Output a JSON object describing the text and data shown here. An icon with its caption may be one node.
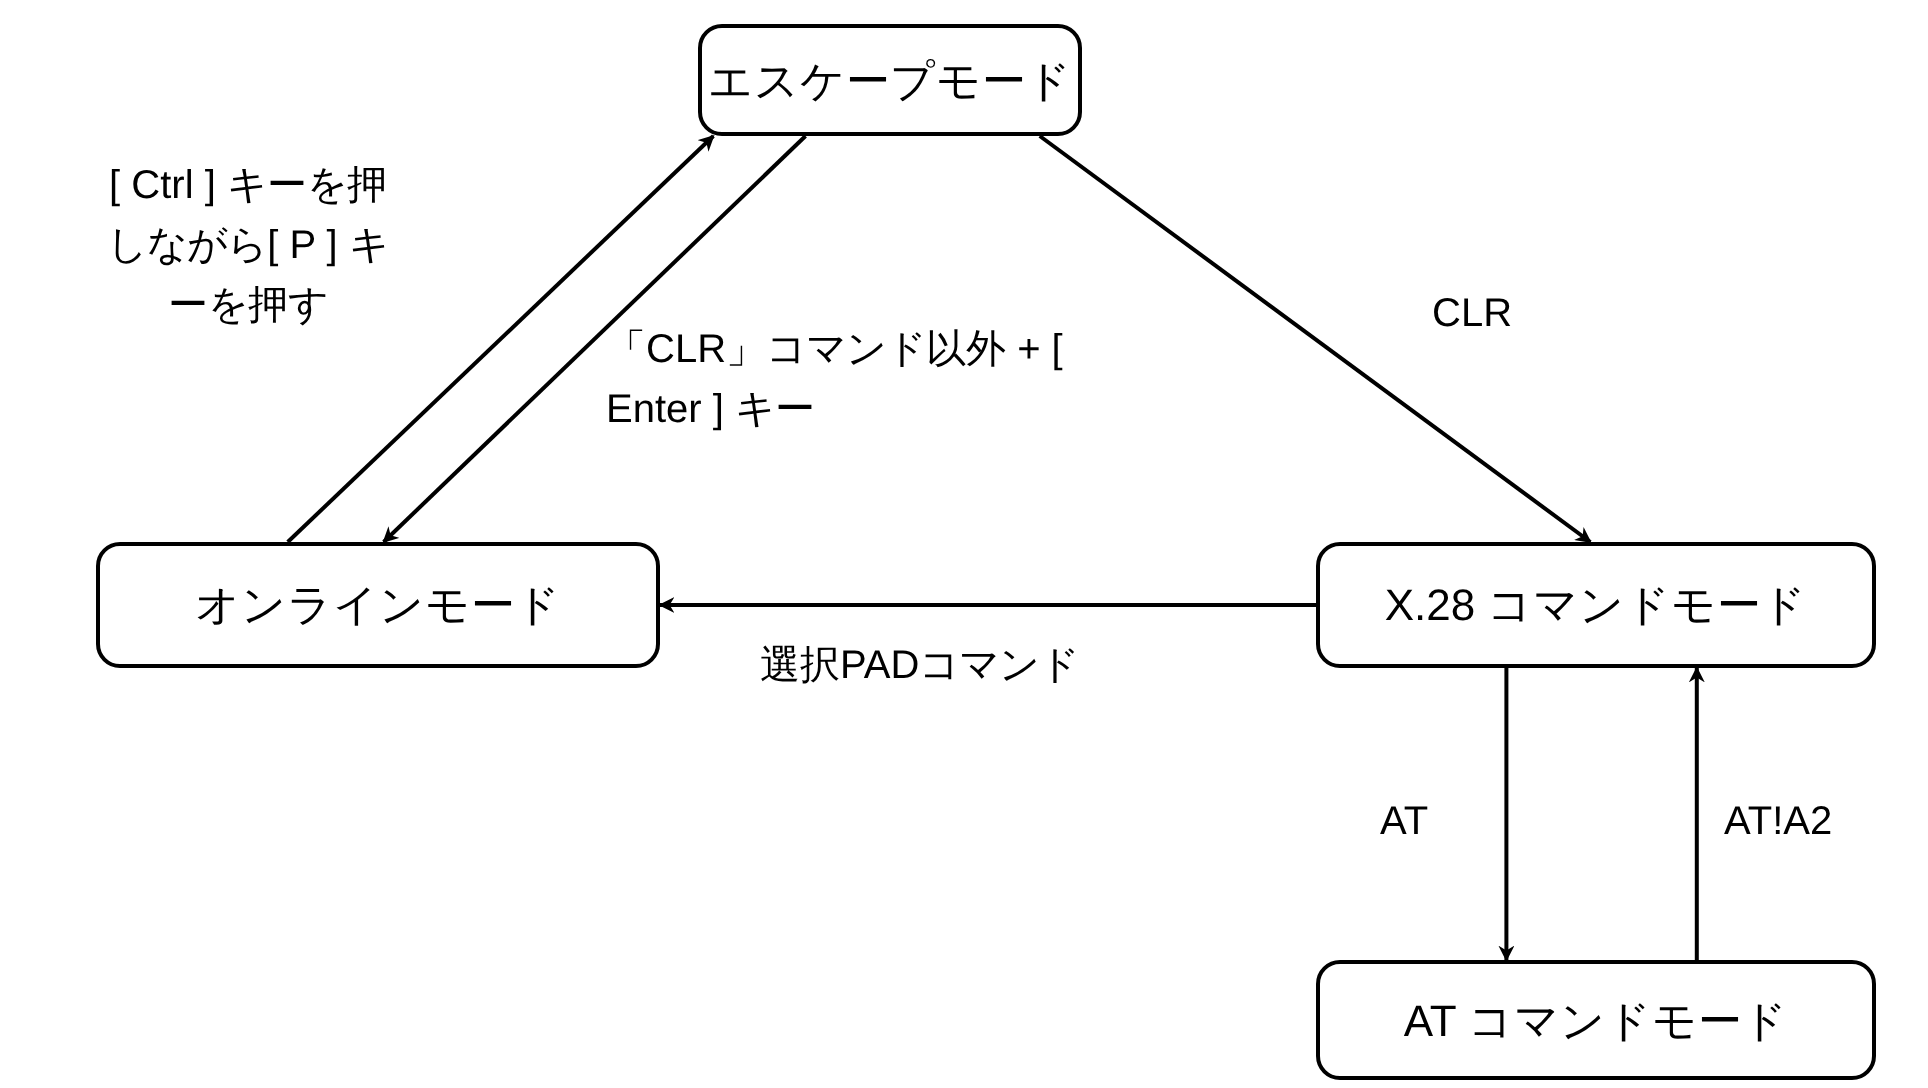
{
  "diagram": {
    "nodes": [
      {
        "text": [
          "エスケープモード"
        ]
      },
      {
        "text": [
          "オンラインモード"
        ]
      },
      {
        "text": [
          "X.28 コマンドモード"
        ]
      },
      {
        "text": [
          "AT コマンドモード"
        ]
      }
    ],
    "edges": [
      {
        "from": 1,
        "to": 0,
        "arrow": "to",
        "label": "[ Ctrl ] キーを押しながら[ P ] キーを押す"
      },
      {
        "from": 0,
        "to": 1,
        "arrow": "to",
        "label": "「CLR」コマンド以外 + [ Enter ] キー"
      },
      {
        "from": 0,
        "to": 2,
        "arrow": "to",
        "label": "CLR"
      },
      {
        "from": 2,
        "to": 1,
        "arrow": "to",
        "label": "選択PADコマンド"
      },
      {
        "from": 2,
        "to": 3,
        "arrow": "to",
        "label": "AT"
      },
      {
        "from": 3,
        "to": 2,
        "arrow": "to",
        "label": "AT!A2"
      }
    ]
  }
}
